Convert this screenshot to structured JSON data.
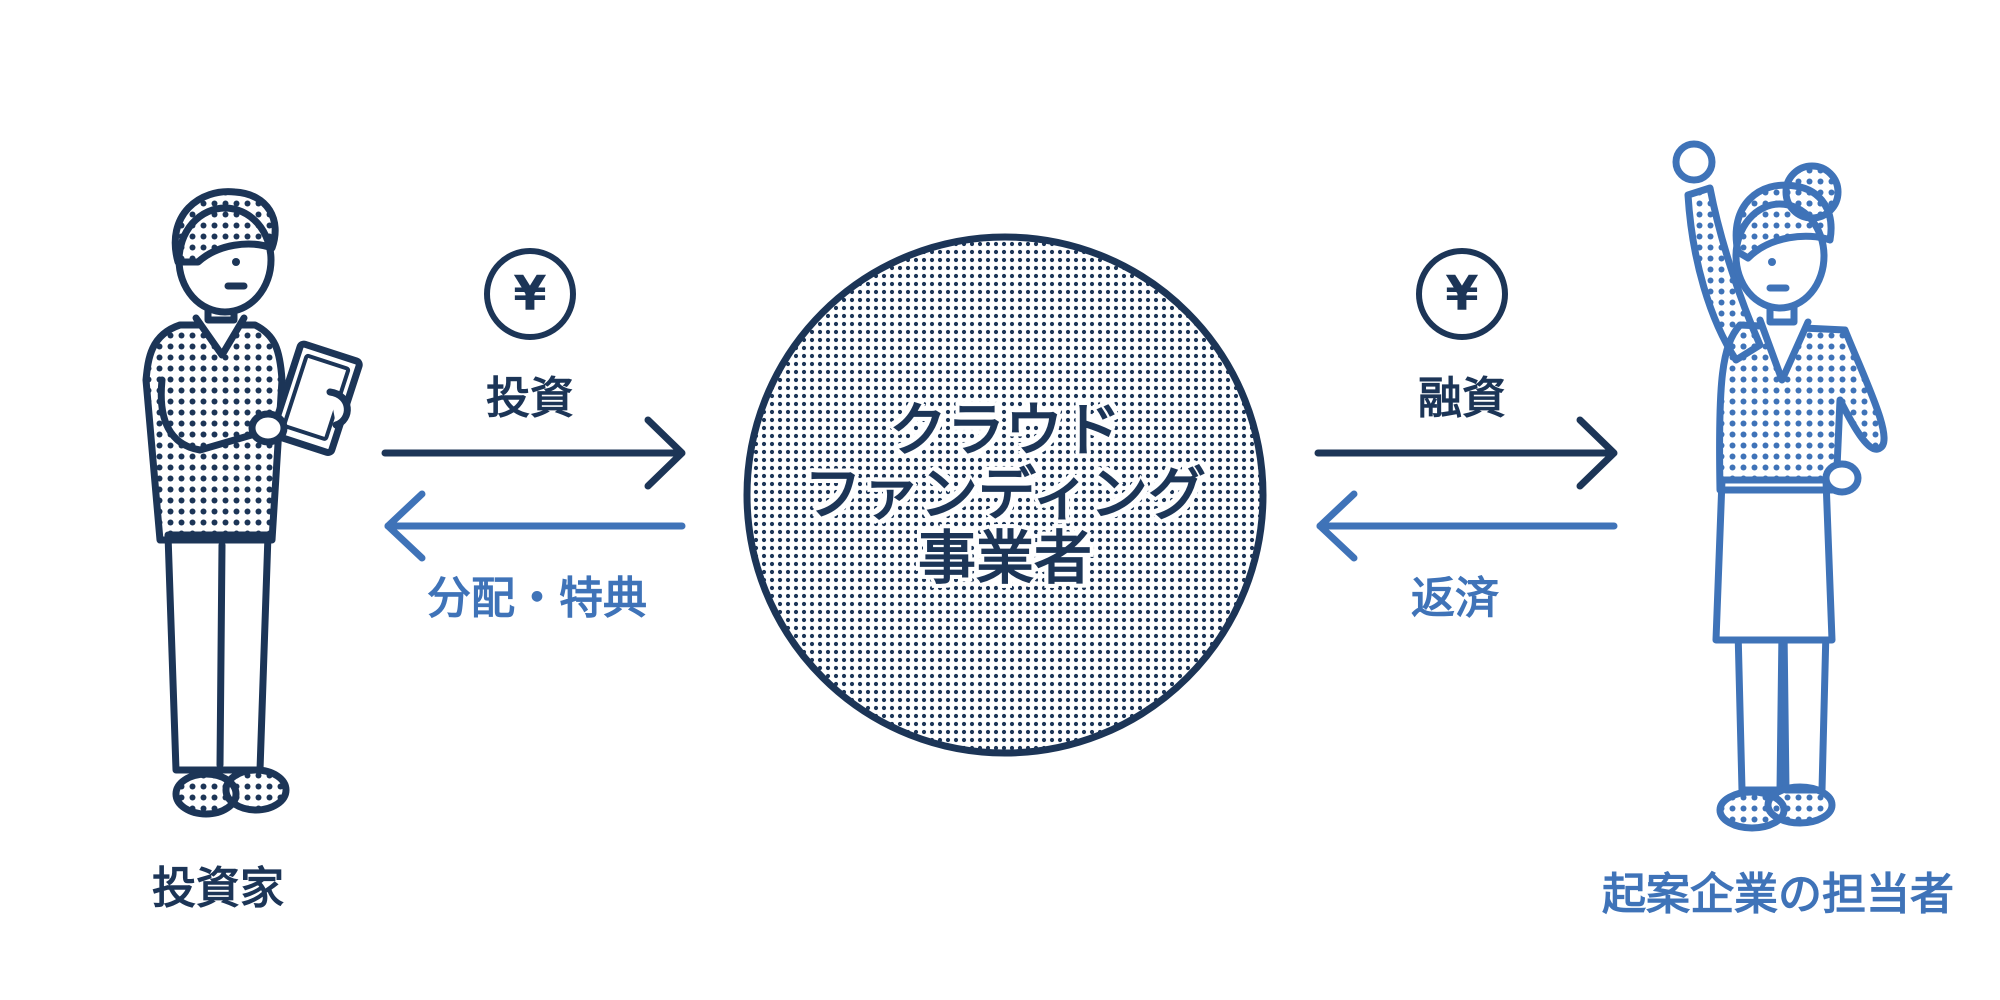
{
  "colors": {
    "dark": "#1c3557",
    "light": "#3f73b8",
    "background": "#ffffff"
  },
  "center": {
    "line1": "クラウド",
    "line2": "ファンディング",
    "line3": "事業者"
  },
  "left_flow": {
    "forward_label": "投資",
    "return_label": "分配・特典",
    "coin_symbol": "¥"
  },
  "right_flow": {
    "forward_label": "融資",
    "return_label": "返済",
    "coin_symbol": "¥"
  },
  "actors": {
    "investor": "投資家",
    "company": "起案企業の担当者"
  },
  "icons": [
    "yen-coin-icon",
    "investor-figure-icon",
    "company-rep-figure-icon",
    "arrow-right-icon",
    "arrow-left-icon"
  ]
}
